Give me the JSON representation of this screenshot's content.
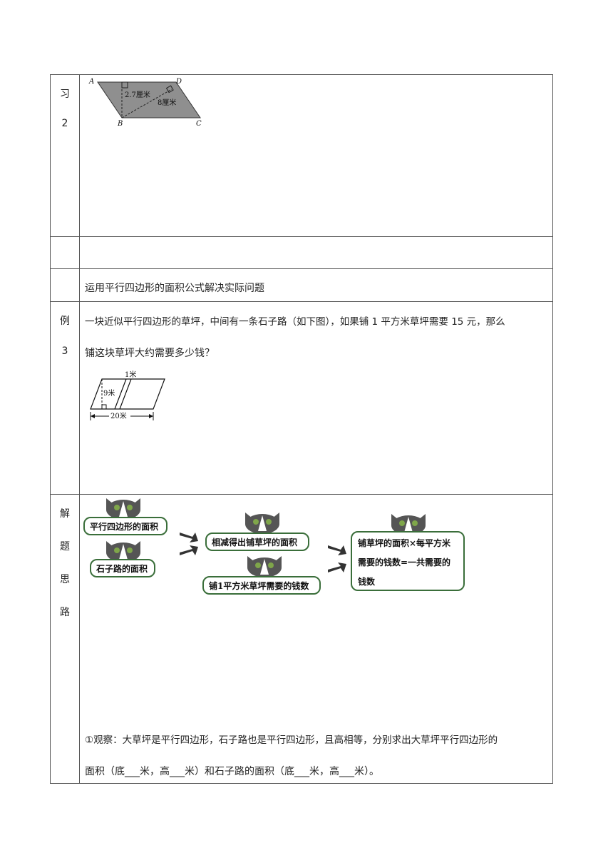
{
  "section_labels": {
    "practice": [
      "习",
      "2"
    ],
    "example": [
      "例",
      "3"
    ],
    "approach": [
      "解",
      "题",
      "思",
      "路"
    ]
  },
  "practice_figure": {
    "vertices": [
      "A",
      "D",
      "B",
      "C"
    ],
    "height_label": "2.7厘米",
    "side_label": "8厘米"
  },
  "topic": "运用平行四边形的面积公式解决实际问题",
  "example": {
    "line1": "一块近似平行四边形的草坪，中间有一条石子路（如下图），如果铺 1 平方米草坪需要 15 元，那么",
    "line2": "铺这块草坪大约需要多少钱？",
    "figure": {
      "path_width": "1米",
      "height": "9米",
      "base": "20米"
    }
  },
  "approach": {
    "bubbles": {
      "parallelogram_area": "平行四边形的面积",
      "path_area": "石子路的面积",
      "subtract": "相减得出铺草坪的面积",
      "unit_cost": "铺1平方米草坪需要的钱数",
      "result": "铺草坪的面积×每平方米需要的钱数=一共需要的钱数"
    },
    "step1_line1": "①观察：大草坪是平行四边形，石子路也是平行四边形，且高相等，分别求出大草坪平行四边形的",
    "step1_line2": "面积（底___米，高___米）和石子路的面积（底___米，高___米）。"
  },
  "colors": {
    "figure_fill": "#8f8f8f",
    "bubble_border": "#3a6e3a",
    "cat_body": "#555555",
    "arrow": "#333333"
  }
}
